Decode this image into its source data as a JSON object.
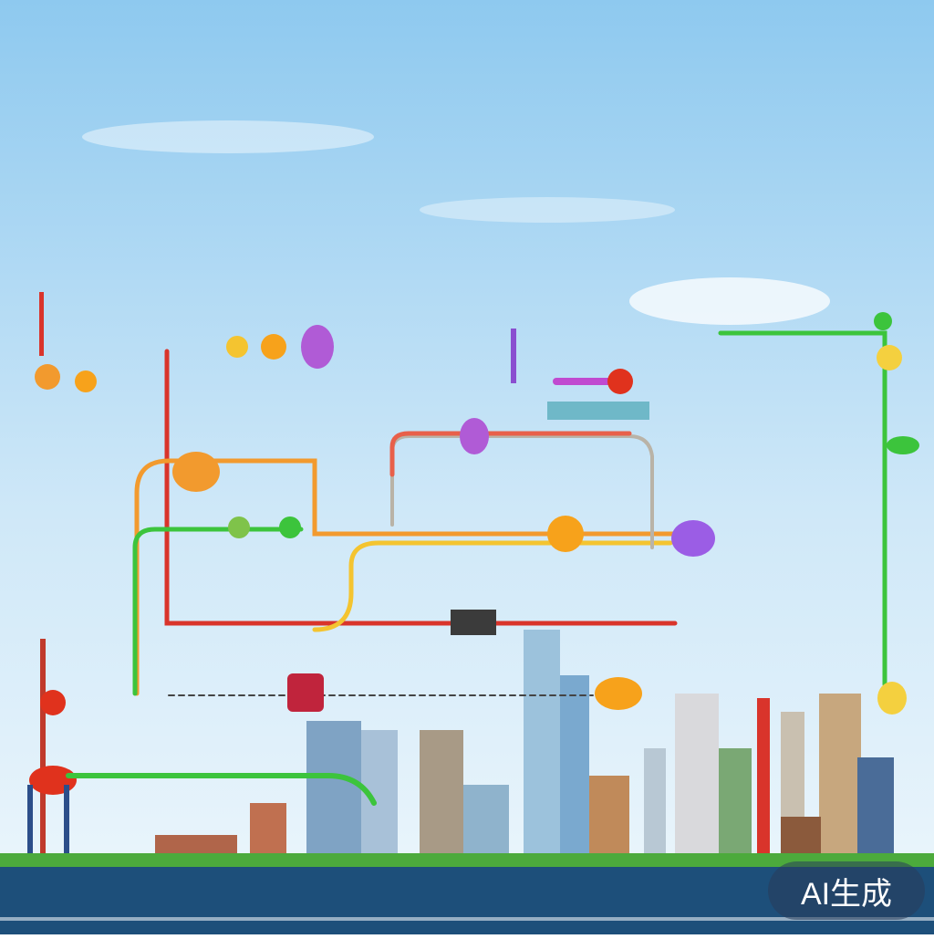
{
  "poster": {
    "title_left": "",
    "title_right": "",
    "subtitle": "",
    "tagline": "",
    "small_caption": ""
  },
  "badge": {
    "label": "AI生成"
  },
  "nodes": [
    {
      "id": "n1",
      "label": ""
    },
    {
      "id": "n2",
      "label": ""
    },
    {
      "id": "n3",
      "label": ""
    },
    {
      "id": "n4",
      "label": ""
    },
    {
      "id": "n5",
      "label": ""
    },
    {
      "id": "n6",
      "label": ""
    }
  ],
  "colors": {
    "sky_top": "#8ec9ef",
    "sky_bottom": "#e6f3fb",
    "title_black": "#111111",
    "title_red": "#e0201e",
    "road": "#1d4f7a",
    "line_red": "#d9342b",
    "line_orange": "#f29a2e",
    "line_green": "#3cc43c",
    "line_yellow": "#f4c430",
    "line_gray": "#b9b3a7",
    "node_purple": "#b05bd6",
    "node_orange": "#f7a21b"
  }
}
